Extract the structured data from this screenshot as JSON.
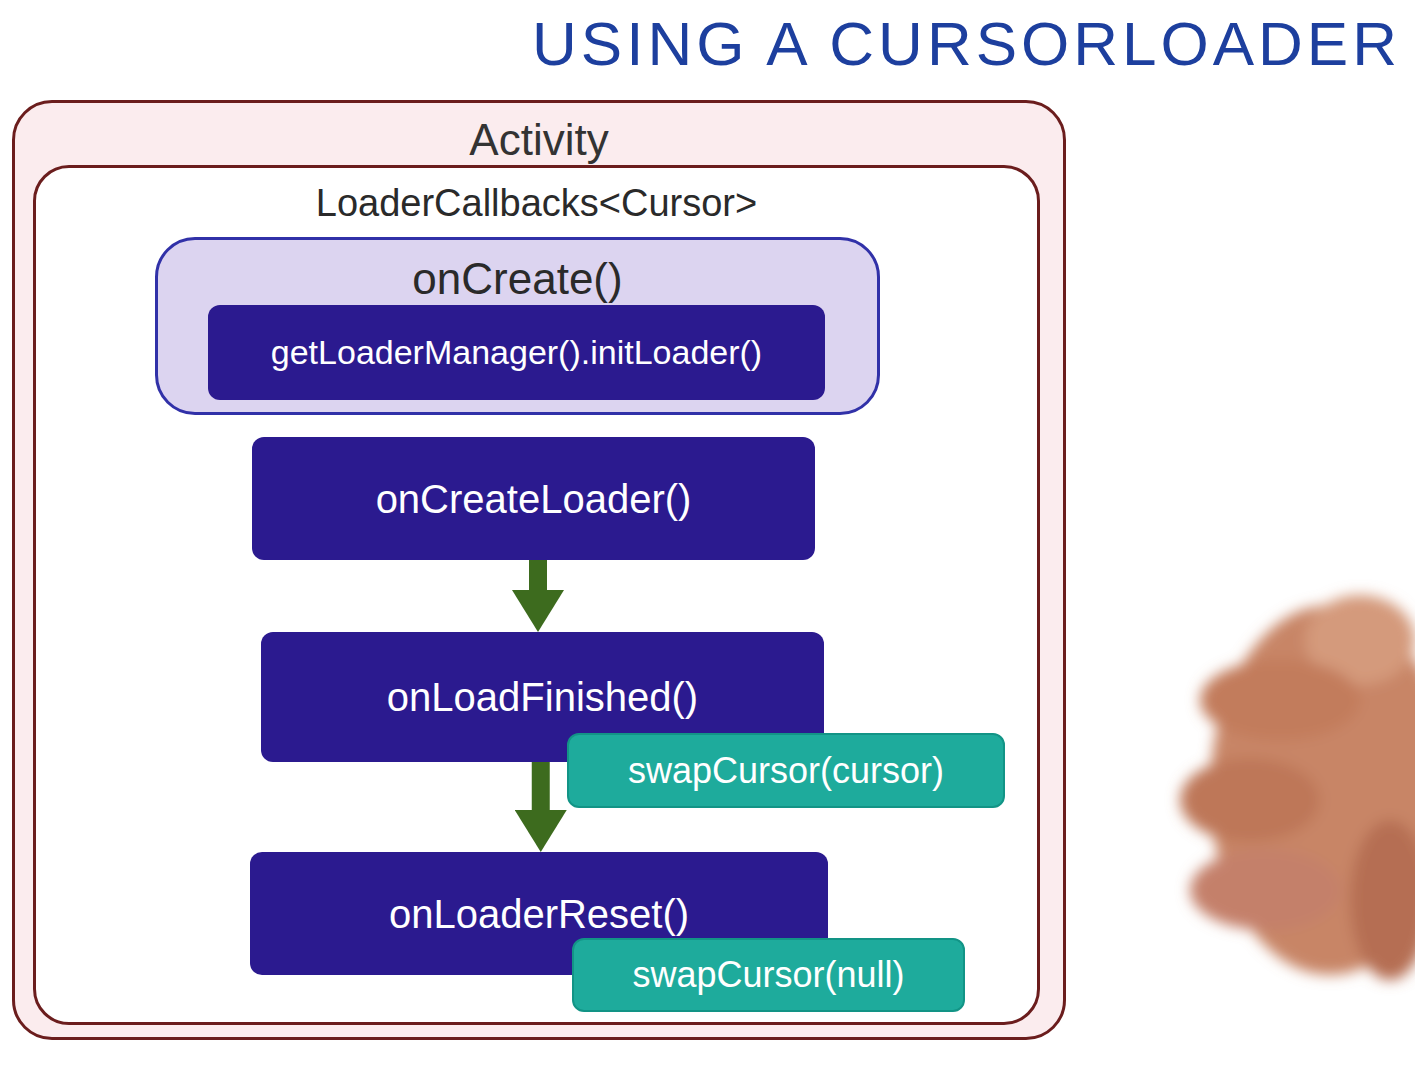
{
  "diagram": {
    "title": "USING A CURSORLOADER",
    "nodes": [
      {
        "text": [
          "Activity"
        ]
      },
      {
        "text": [
          "LoaderCallbacks<Cursor>"
        ],
        "in": 0
      },
      {
        "text": [
          "onCreate()"
        ],
        "in": 1
      },
      {
        "text": [
          "getLoaderManager().initLoader()"
        ],
        "in": 2
      },
      {
        "text": [
          "onCreateLoader()"
        ],
        "in": 1
      },
      {
        "text": [
          "onLoadFinished()"
        ],
        "in": 1
      },
      {
        "text": [
          "swapCursor(cursor)"
        ],
        "in": 1
      },
      {
        "text": [
          "onLoaderReset()"
        ],
        "in": 1
      },
      {
        "text": [
          "swapCursor(null)"
        ],
        "in": 1
      }
    ],
    "edges": [
      {
        "from": 3,
        "to": 4,
        "arrow": "to"
      },
      {
        "from": 4,
        "to": 5,
        "arrow": "to"
      },
      {
        "from": 5,
        "to": 7,
        "arrow": "to"
      }
    ]
  }
}
